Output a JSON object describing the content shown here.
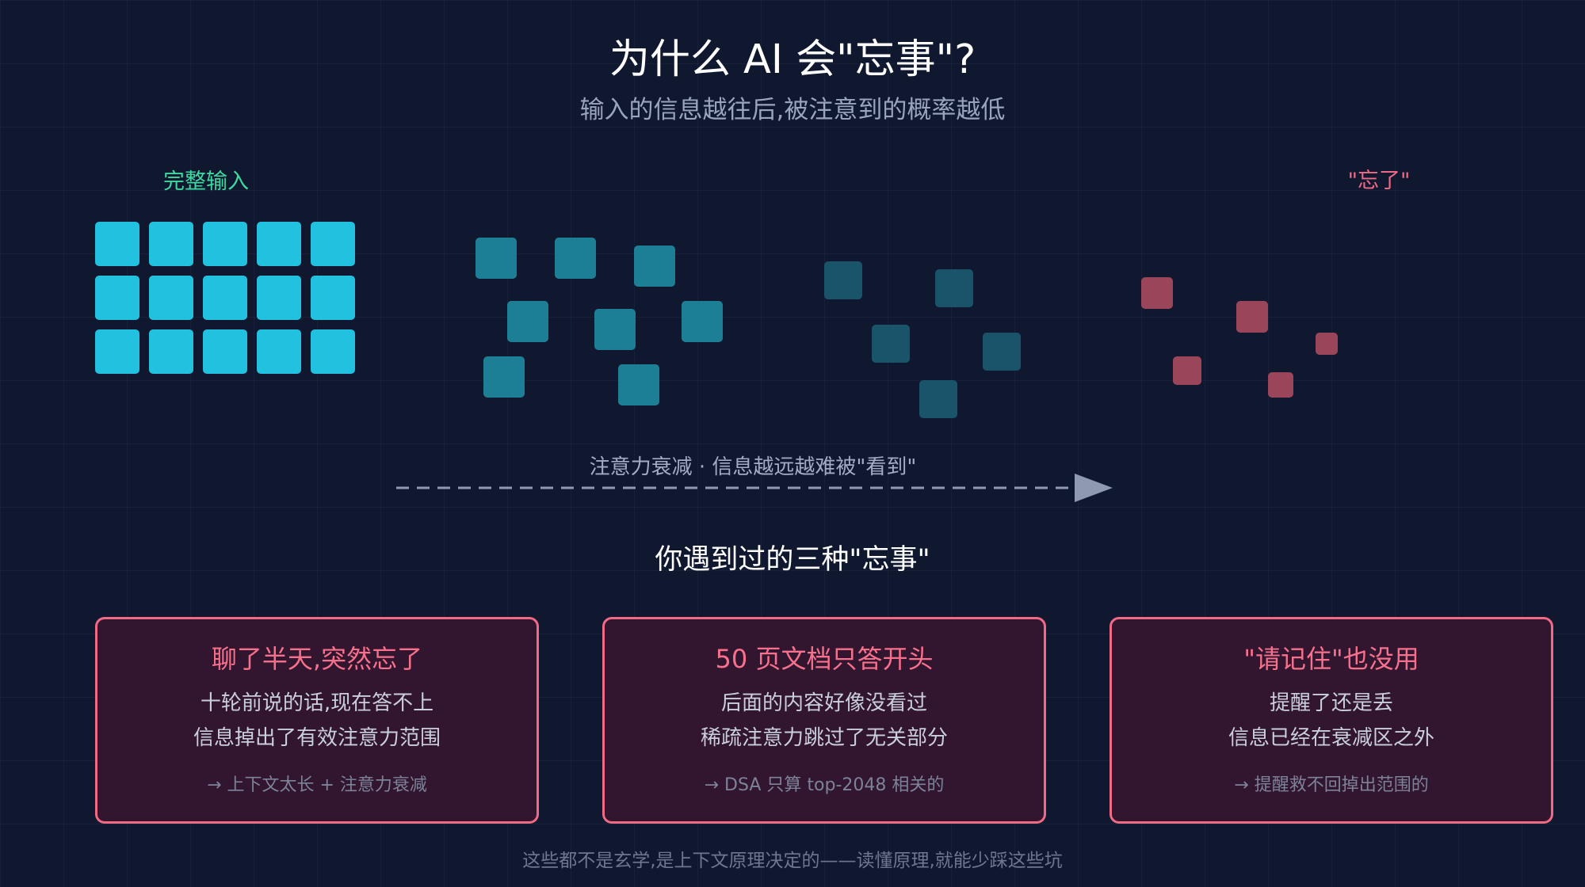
{
  "header": {
    "title": "为什么 AI 会\"忘事\"?",
    "subtitle": "输入的信息越往后,被注意到的概率越低"
  },
  "diagram": {
    "start_label": "完整输入",
    "end_label": "\"忘了\"",
    "arrow_label": "注意力衰减 · 信息越远越难被\"看到\"",
    "colors": {
      "full": "#22c1e0",
      "fading": "#1d7f96",
      "fading_more": "#19546a",
      "forgotten": "#9a4559",
      "start_label": "#3ed9a0",
      "end_label": "#f06a85",
      "arrow": "#8f9ab0"
    }
  },
  "section": {
    "title": "你遇到过的三种\"忘事\""
  },
  "cards": [
    {
      "title": "聊了半天,突然忘了",
      "line1": "十轮前说的话,现在答不上",
      "line2": "信息掉出了有效注意力范围",
      "note": "→ 上下文太长 + 注意力衰减"
    },
    {
      "title": "50 页文档只答开头",
      "line1": "后面的内容好像没看过",
      "line2": "稀疏注意力跳过了无关部分",
      "note": "→ DSA 只算 top-2048 相关的"
    },
    {
      "title": "\"请记住\"也没用",
      "line1": "提醒了还是丢",
      "line2": "信息已经在衰减区之外",
      "note": "→ 提醒救不回掉出范围的"
    }
  ],
  "footer": {
    "text": "这些都不是玄学,是上下文原理决定的——读懂原理,就能少踩这些坑"
  }
}
